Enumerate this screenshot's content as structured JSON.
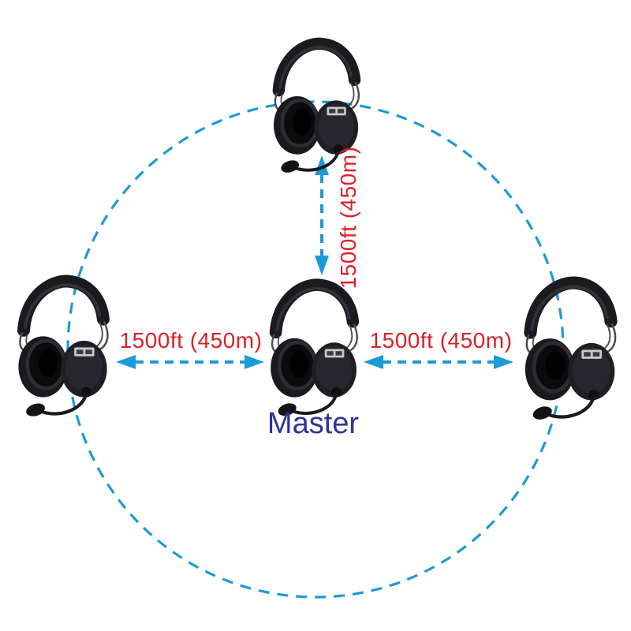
{
  "colors": {
    "background": "#ffffff",
    "range_blue": "#1b9ad7",
    "distance_red": "#dd1f28",
    "master_navy": "#31319a"
  },
  "distances": {
    "top": "1500ft (450m)",
    "left": "1500ft (450m)",
    "right": "1500ft (450m)"
  },
  "master_label": "Master",
  "devices": [
    {
      "position": "top",
      "icon": "headset-icon"
    },
    {
      "position": "center",
      "icon": "headset-icon",
      "label": "Master"
    },
    {
      "position": "left",
      "icon": "headset-icon"
    },
    {
      "position": "right",
      "icon": "headset-icon"
    }
  ]
}
